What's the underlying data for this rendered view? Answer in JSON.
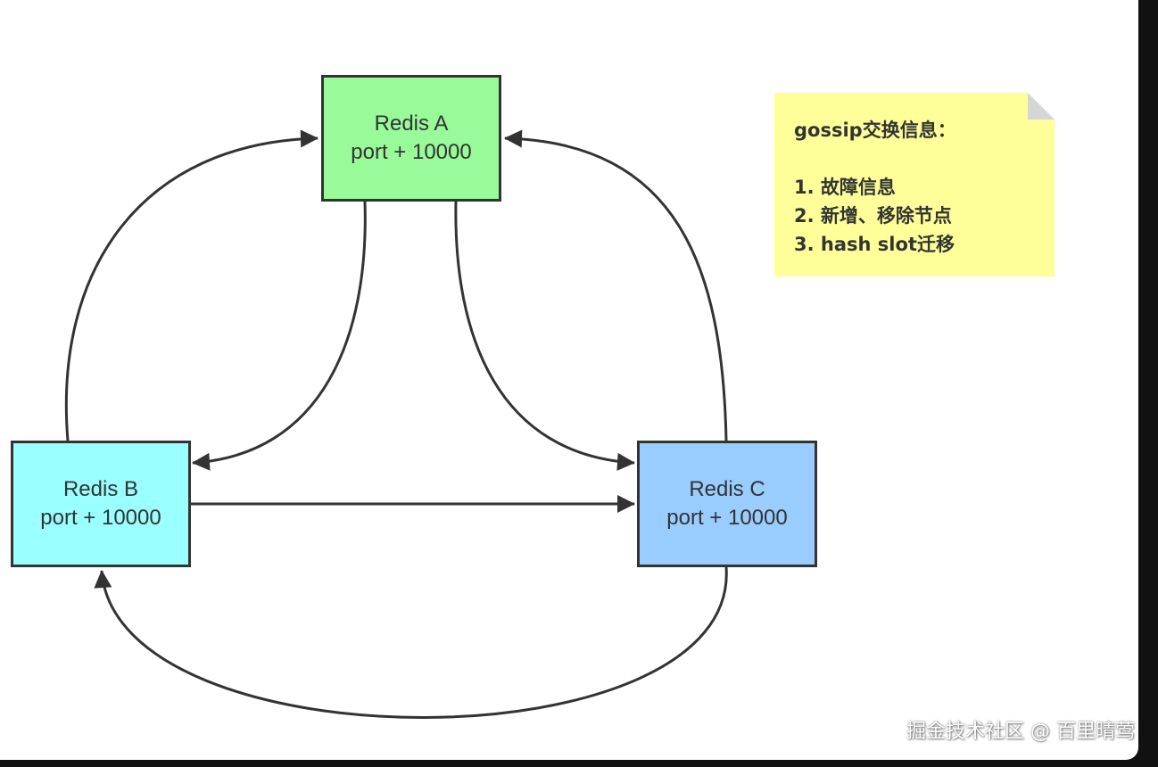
{
  "nodes": {
    "a": {
      "name": "Redis A",
      "port": "port + 10000",
      "color": "#99fa99"
    },
    "b": {
      "name": "Redis B",
      "port": "port + 10000",
      "color": "#99ffff"
    },
    "c": {
      "name": "Redis C",
      "port": "port + 10000",
      "color": "#99ccff"
    }
  },
  "note": {
    "title": "gossip交换信息：",
    "items": [
      "1.  故障信息",
      "2. 新增、移除节点",
      "3. hash slot迁移"
    ],
    "color": "#ffff99"
  },
  "edges": [
    {
      "from": "Redis B",
      "to": "Redis A"
    },
    {
      "from": "Redis C",
      "to": "Redis A"
    },
    {
      "from": "Redis A",
      "to": "Redis B"
    },
    {
      "from": "Redis A",
      "to": "Redis C"
    },
    {
      "from": "Redis B",
      "to": "Redis C"
    },
    {
      "from": "Redis C",
      "to": "Redis B"
    }
  ],
  "watermark": "掘金技术社区 @ 百里晴莺",
  "colors": {
    "line": "#333333",
    "border": "#333333"
  }
}
